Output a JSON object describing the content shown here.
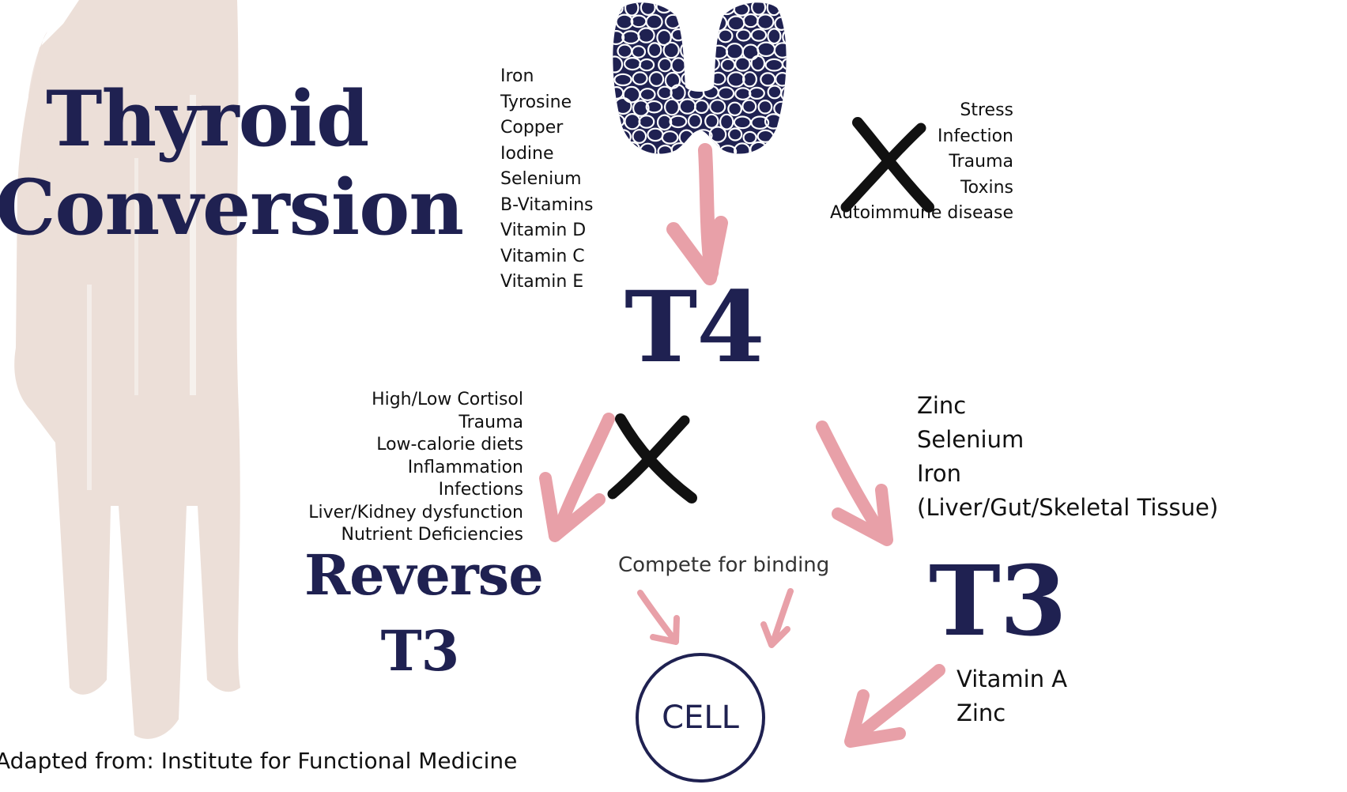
{
  "title": {
    "line1": "Thyroid",
    "line2": "Conversion"
  },
  "colors": {
    "navy": "#1f2151",
    "pink": "#e8a0a8",
    "beige": "#ecdfd8",
    "black": "#111111"
  },
  "icons": {
    "thyroid": "thyroid-gland-icon",
    "block": "x-mark-icon",
    "arrow": "arrow-icon"
  },
  "t4_nutrients": [
    "Iron",
    "Tyrosine",
    "Copper",
    "Iodine",
    "Selenium",
    "B-Vitamins",
    "Vitamin D",
    "Vitamin C",
    "Vitamin E"
  ],
  "t4_inhibitors": [
    "Stress",
    "Infection",
    "Trauma",
    "Toxins",
    "Autoimmune disease"
  ],
  "t4_label": "T4",
  "rt3_causes": [
    "High/Low Cortisol",
    "Trauma",
    "Low-calorie diets",
    "Inflammation",
    "Infections",
    "Liver/Kidney dysfunction",
    "Nutrient Deficiencies"
  ],
  "rt3_label": {
    "line1": "Reverse",
    "line2": "T3"
  },
  "t3_nutrients": [
    "Zinc",
    "Selenium",
    "Iron",
    "(Liver/Gut/Skeletal Tissue)"
  ],
  "t3_label": "T3",
  "compete_label": "Compete for binding",
  "cell_label": "CELL",
  "cell_nutrients": [
    "Vitamin A",
    "Zinc"
  ],
  "source": "Adapted from: Institute for Functional Medicine"
}
